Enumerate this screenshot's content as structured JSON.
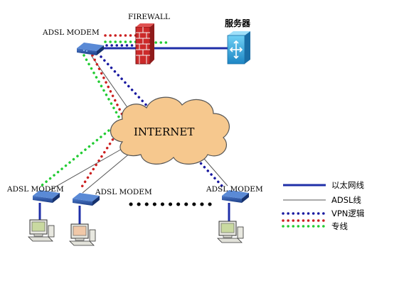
{
  "labels": {
    "firewall": "FIREWALL",
    "server": "服务器",
    "hq_modem": "ADSL MODEM",
    "internet": "INTERNET",
    "branch1_modem": "ADSL MODEM",
    "branch2_modem": "ADSL MODEM",
    "branch3_modem": "ADSL MODEM"
  },
  "legend": [
    {
      "label": "以太网线",
      "style": "ethernet"
    },
    {
      "label": "ADSL线",
      "style": "adsl"
    },
    {
      "label": "VPN逻辑",
      "style": "vpn"
    },
    {
      "label": "专线",
      "style": "leased"
    }
  ],
  "colors": {
    "ethernet": "#1f2fa8",
    "adsl": "#555555",
    "vpn_blue": "#1a1aa0",
    "red_dots": "#cc2020",
    "green_dots": "#22cc33",
    "cloud_fill": "#f6c88e",
    "cloud_stroke": "#555555",
    "firewall_red": "#cc2a2a",
    "server_blue": "#2aa6e0",
    "modem_blue": "#2255aa"
  },
  "icons": {
    "firewall": "brick-wall-icon",
    "server": "server-icon",
    "modem": "modem-icon",
    "computer": "computer-icon",
    "cloud": "cloud-icon"
  }
}
